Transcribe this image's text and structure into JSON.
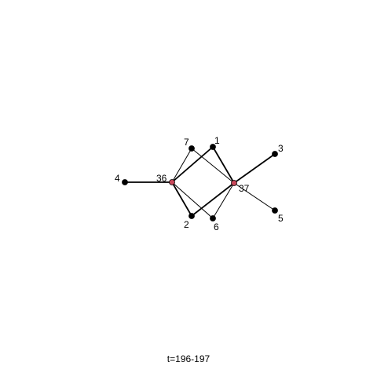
{
  "caption": "t=196-197",
  "colors": {
    "node_default": "#000000",
    "node_highlight": "#c8485a",
    "edge": "#000000",
    "background": "#ffffff"
  },
  "nodes": [
    {
      "id": "1",
      "label": "1",
      "highlight": false
    },
    {
      "id": "2",
      "label": "2",
      "highlight": false
    },
    {
      "id": "3",
      "label": "3",
      "highlight": false
    },
    {
      "id": "4",
      "label": "4",
      "highlight": false
    },
    {
      "id": "5",
      "label": "5",
      "highlight": false
    },
    {
      "id": "6",
      "label": "6",
      "highlight": false
    },
    {
      "id": "7",
      "label": "7",
      "highlight": false
    },
    {
      "id": "36",
      "label": "36",
      "highlight": true
    },
    {
      "id": "37",
      "label": "37",
      "highlight": true
    }
  ],
  "edges": [
    {
      "source": "4",
      "target": "36",
      "weight": 2
    },
    {
      "source": "36",
      "target": "7",
      "weight": 1
    },
    {
      "source": "36",
      "target": "1",
      "weight": 2
    },
    {
      "source": "36",
      "target": "2",
      "weight": 2
    },
    {
      "source": "36",
      "target": "6",
      "weight": 1
    },
    {
      "source": "7",
      "target": "37",
      "weight": 1
    },
    {
      "source": "1",
      "target": "37",
      "weight": 2
    },
    {
      "source": "2",
      "target": "37",
      "weight": 2
    },
    {
      "source": "6",
      "target": "37",
      "weight": 1
    },
    {
      "source": "37",
      "target": "3",
      "weight": 2
    },
    {
      "source": "37",
      "target": "5",
      "weight": 1
    }
  ]
}
